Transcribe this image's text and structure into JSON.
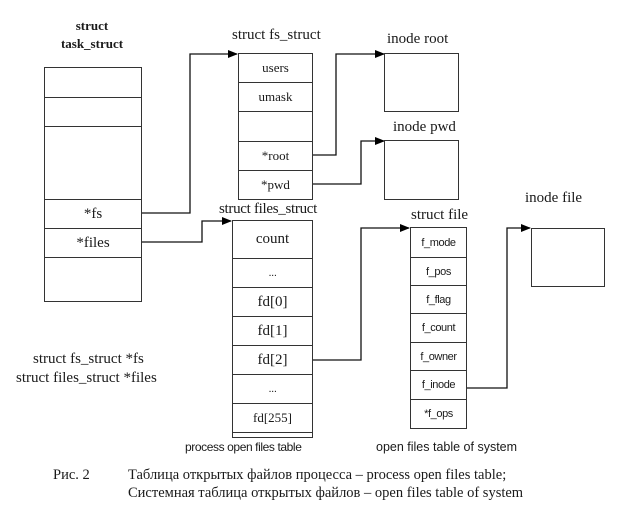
{
  "task_struct": {
    "title_line1": "struct",
    "title_line2": "task_struct",
    "rows": [
      "",
      "",
      "",
      "",
      "*fs",
      "*files",
      ""
    ]
  },
  "fs_struct": {
    "title": "struct fs_struct",
    "rows": [
      "users",
      "umask",
      "",
      "*root",
      "*pwd"
    ]
  },
  "inode_root": {
    "title": "inode root"
  },
  "inode_pwd": {
    "title": "inode pwd"
  },
  "files_struct": {
    "title": "struct files_struct",
    "rows": [
      "count",
      "...",
      "fd[0]",
      "fd[1]",
      "fd[2]",
      "...",
      "fd[255]",
      ""
    ],
    "footer": "process open files table"
  },
  "file_struct": {
    "title": "struct file",
    "rows": [
      "f_mode",
      "f_pos",
      "f_flag",
      "f_count",
      "f_owner",
      "f_inode",
      "*f_ops"
    ],
    "footer": "open files table of system"
  },
  "inode_file": {
    "title": "inode file"
  },
  "declarations": {
    "line1": "struct fs_struct *fs",
    "line2": "struct files_struct *files"
  },
  "caption": {
    "fig_label": "Рис. 2",
    "line1": "Таблица открытых файлов процесса – process open files table;",
    "line2": "Системная таблица открытых файлов – open files table of system"
  },
  "connections": [
    {
      "from": "task_struct.*fs",
      "to": "fs_struct"
    },
    {
      "from": "task_struct.*files",
      "to": "files_struct"
    },
    {
      "from": "fs_struct.*root",
      "to": "inode_root"
    },
    {
      "from": "fs_struct.*pwd",
      "to": "inode_pwd"
    },
    {
      "from": "files_struct.fd[2]",
      "to": "file_struct"
    },
    {
      "from": "file_struct.f_inode",
      "to": "inode_file"
    }
  ]
}
